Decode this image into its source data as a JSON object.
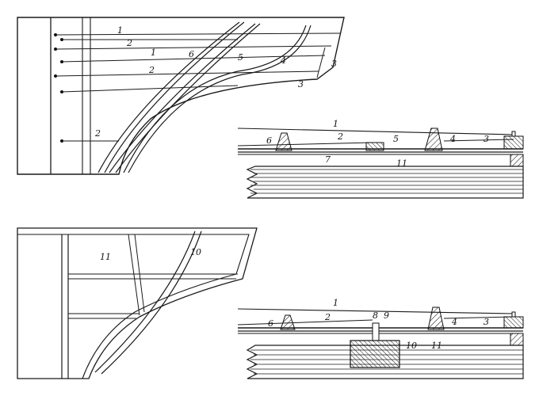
{
  "fig_a_plan": {
    "labels": [
      "1",
      "2",
      "1",
      "6",
      "5",
      "4",
      "3",
      "2",
      "3",
      "2"
    ]
  },
  "fig_a_section": {
    "labels": [
      "1",
      "2",
      "6",
      "5",
      "4",
      "3",
      "7",
      "11"
    ]
  },
  "fig_b_plan": {
    "labels": [
      "11",
      "10"
    ]
  },
  "fig_b_section": {
    "labels": [
      "1",
      "2",
      "6",
      "8",
      "9",
      "4",
      "3",
      "10",
      "11"
    ]
  }
}
